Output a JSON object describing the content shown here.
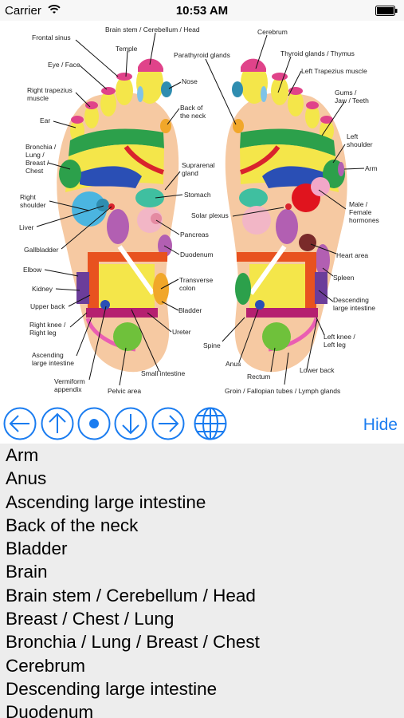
{
  "status_bar": {
    "carrier": "Carrier",
    "time": "10:53 AM"
  },
  "map": {
    "labels": {
      "frontal_sinus": "Frontal sinus",
      "brain_stem": "Brain stem / Cerebellum / Head",
      "temple": "Temple",
      "eye_face": "Eye / Face",
      "nose": "Nose",
      "right_trapezius_1": "Right trapezius",
      "right_trapezius_2": "muscle",
      "ear": "Ear",
      "back_neck_1": "Back of",
      "back_neck_2": "the neck",
      "bronchia_1": "Bronchia /",
      "bronchia_2": "Lung /",
      "bronchia_3": "Breast /",
      "bronchia_4": "Chest",
      "suprarenal_1": "Suprarenal",
      "suprarenal_2": "gland",
      "right_shoulder_1": "Right",
      "right_shoulder_2": "shoulder",
      "stomach": "Stomach",
      "liver": "Liver",
      "pancreas": "Pancreas",
      "gallbladder": "Gallbladder",
      "duodenum": "Duodenum",
      "elbow": "Elbow",
      "transverse_1": "Transverse",
      "transverse_2": "colon",
      "kidney": "Kidney",
      "upper_back": "Upper back",
      "bladder": "Bladder",
      "right_knee_1": "Right knee /",
      "right_knee_2": "Right leg",
      "ureter": "Ureter",
      "ascending_1": "Ascending",
      "ascending_2": "large intestine",
      "small_intestine": "Small intestine",
      "vermiform_1": "Vermiform",
      "vermiform_2": "appendix",
      "pelvic_area": "Pelvic area",
      "cerebrum": "Cerebrum",
      "parathyroid": "Parathyroid glands",
      "thyroid": "Thyroid glands / Thymus",
      "left_trapezius": "Left Trapezius muscle",
      "gums_1": "Gums /",
      "gums_2": "Jaw / Teeth",
      "left_shoulder_1": "Left",
      "left_shoulder_2": "shoulder",
      "arm": "Arm",
      "solar_plexus": "Solar plexus",
      "male_female_1": "Male /",
      "male_female_2": "Female",
      "male_female_3": "hormones",
      "heart_area": "Heart area",
      "spleen": "Spleen",
      "descending_1": "Descending",
      "descending_2": "large intestine",
      "spine": "Spine",
      "left_knee_1": "Left knee /",
      "left_knee_2": "Left leg",
      "anus": "Anus",
      "lower_back": "Lower back",
      "rectum": "Rectum",
      "groin": "Groin / Fallopian tubes / Lymph glands"
    }
  },
  "toolbar": {
    "buttons": [
      "arrow-left",
      "arrow-up",
      "center-dot",
      "arrow-down",
      "arrow-right",
      "globe"
    ],
    "hide_label": "Hide",
    "accent": "#1a7cf0"
  },
  "list": {
    "items": [
      "Arm",
      "Anus",
      "Ascending large intestine",
      "Back of the neck",
      "Bladder",
      "Brain",
      "Brain stem / Cerebellum / Head",
      "Breast / Chest / Lung",
      "Bronchia / Lung / Breast / Chest",
      "Cerebrum",
      "Descending large intestine",
      "Duodenum"
    ]
  }
}
